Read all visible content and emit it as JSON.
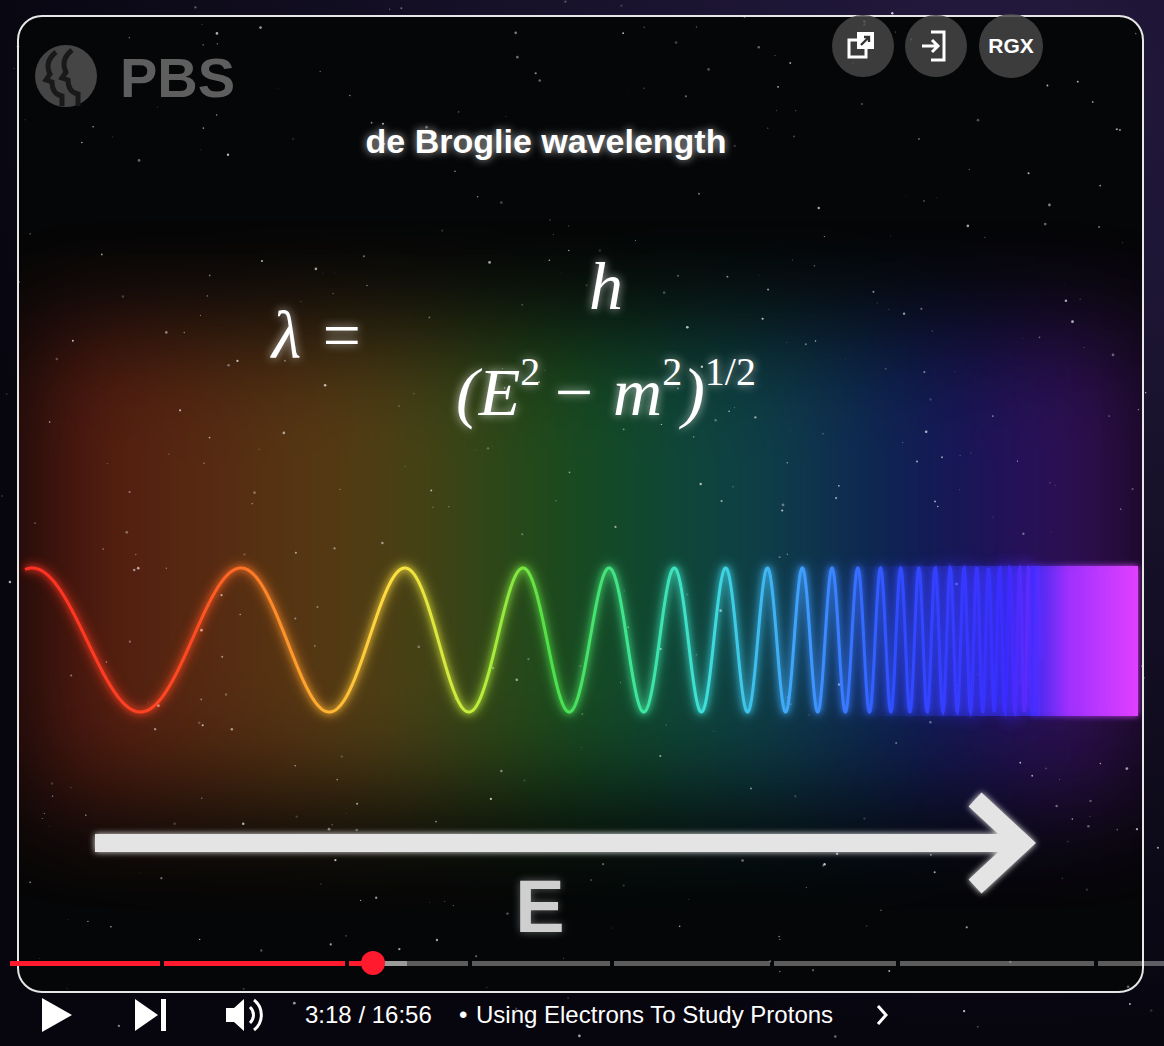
{
  "diagram": {
    "title": "de Broglie wavelength",
    "nodes": [
      {
        "text": [
          "RGX"
        ]
      }
    ],
    "labels": [
      "PBS",
      "λ =",
      "h",
      "(E",
      "2",
      "− m",
      "2",
      ")",
      "1/2",
      "E",
      "3:18 / 16:56",
      "•",
      "Using Electrons To Study Protons"
    ]
  }
}
